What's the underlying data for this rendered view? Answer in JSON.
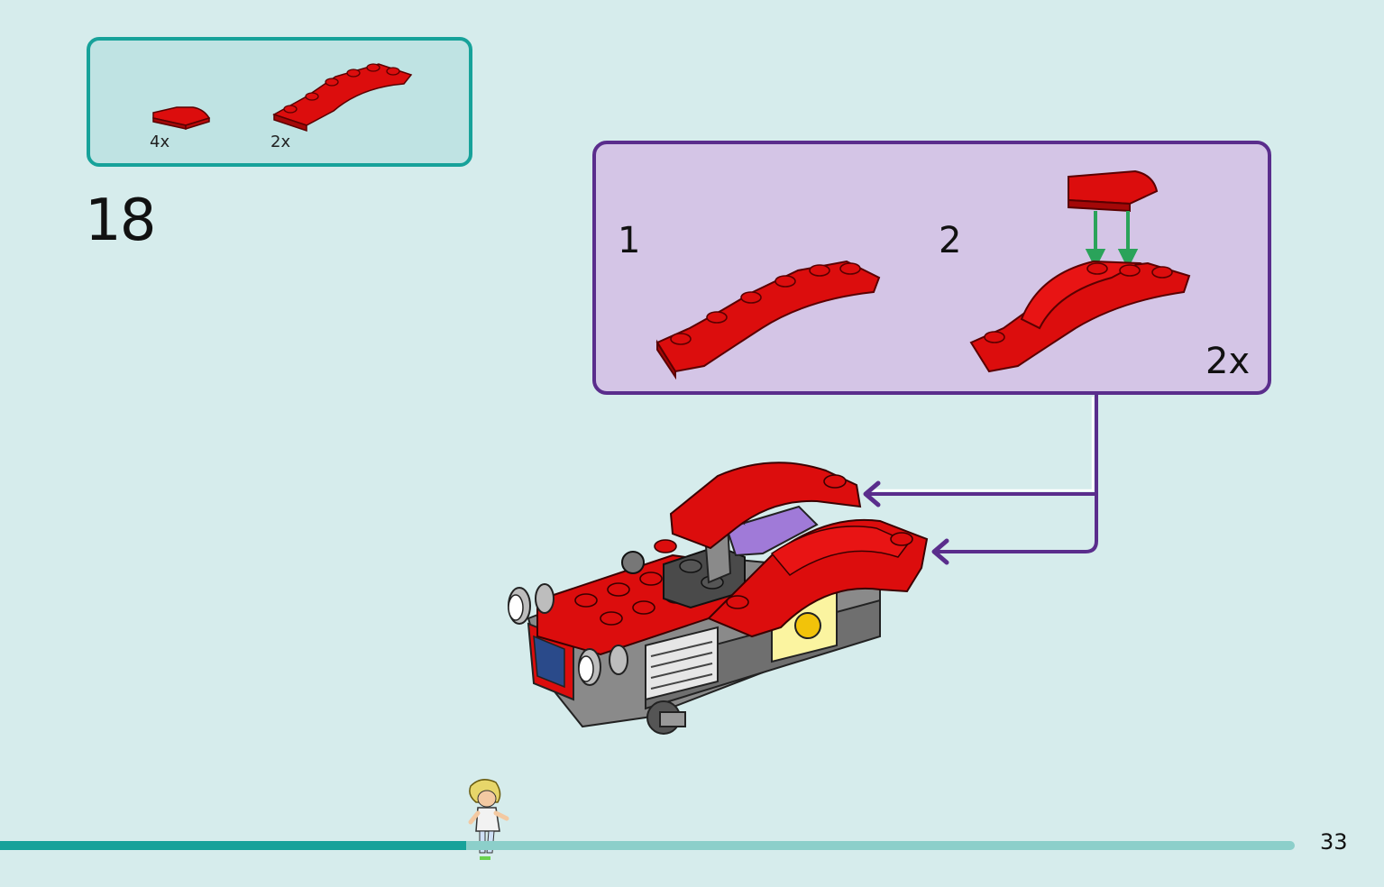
{
  "parts": [
    {
      "name": "curved-slope-1x2-red",
      "qty": "4x"
    },
    {
      "name": "arch-mudguard-red",
      "qty": "2x"
    }
  ],
  "step": "18",
  "subassembly": {
    "steps": [
      "1",
      "2"
    ],
    "multiplier": "2x"
  },
  "page_number": "33",
  "progress": 0.36,
  "colors": {
    "parts_border": "#17a29a",
    "parts_bg": "#bfe3e3",
    "sub_border": "#5a2d8c",
    "sub_bg": "#d4c5e6",
    "brick_red": "#dc0d0d",
    "arrow_green": "#2aa35a",
    "progress": "#17a29a"
  }
}
